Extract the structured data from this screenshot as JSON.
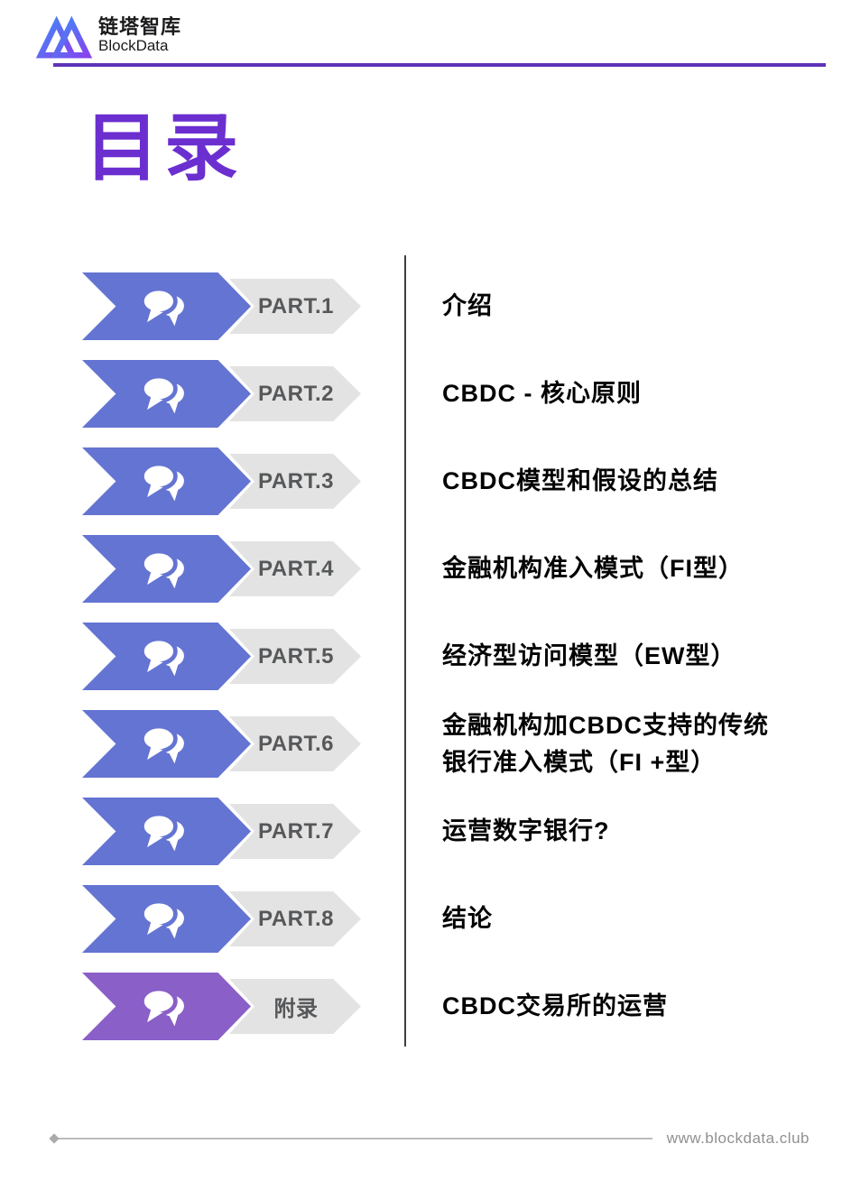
{
  "header": {
    "brand_zh": "链塔智库",
    "brand_en": "BlockData"
  },
  "page_title": "目录",
  "toc": {
    "items": [
      {
        "label": "PART.1",
        "title": "介绍",
        "accent": false
      },
      {
        "label": "PART.2",
        "title": "CBDC - 核心原则",
        "accent": false
      },
      {
        "label": "PART.3",
        "title": "CBDC模型和假设的总结",
        "accent": false
      },
      {
        "label": "PART.4",
        "title": "金融机构准入模式（FI型）",
        "accent": false
      },
      {
        "label": "PART.5",
        "title": "经济型访问模型（EW型）",
        "accent": false
      },
      {
        "label": "PART.6",
        "title": "金融机构加CBDC支持的传统\n银行准入模式（FI +型）",
        "accent": false
      },
      {
        "label": "PART.7",
        "title": "运营数字银行?",
        "accent": false
      },
      {
        "label": "PART.8",
        "title": "结论",
        "accent": false
      },
      {
        "label": "附录",
        "title": "CBDC交易所的运营",
        "accent": true
      }
    ]
  },
  "footer": {
    "website": "www.blockdata.club"
  },
  "colors": {
    "arrow_blue": "#6474d2",
    "arrow_accent": "#8a5fc8",
    "arrow_gray": "#e3e3e3",
    "title_purple": "#6b2fd0",
    "header_rule": "#5d33b8"
  },
  "icons": {
    "row_icon": "chat-bubbles-icon",
    "logo_icon": "mountain-logo-icon"
  }
}
